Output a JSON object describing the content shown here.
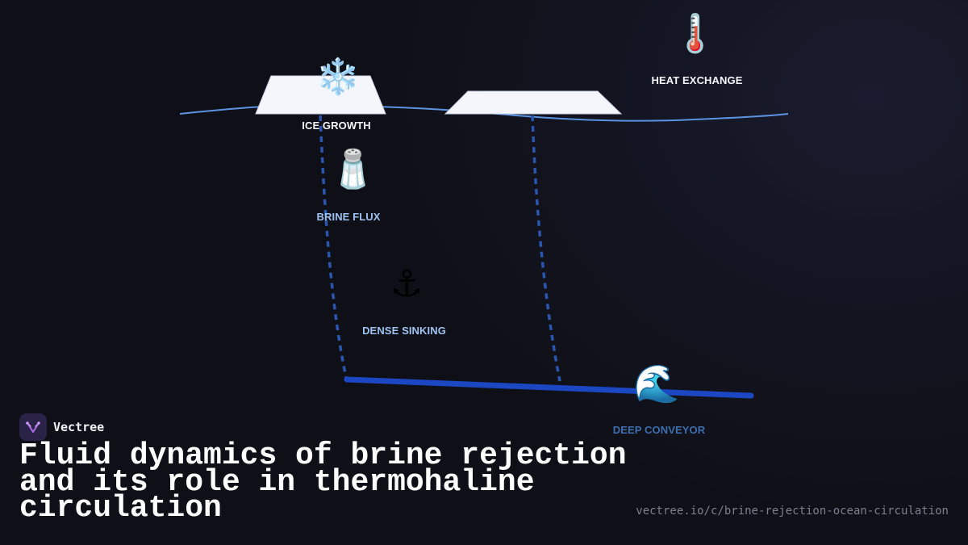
{
  "brand": {
    "name": "Vectree"
  },
  "title": "Fluid dynamics of brine rejection and its role in thermohaline circulation",
  "url": "vectree.io/c/brine-rejection-ocean-circulation",
  "colors": {
    "background": "#0f1017",
    "surface_line": "#5b93e0",
    "ice_fill": "#f4f6fb",
    "dashed_flow": "#2a56b0",
    "deep_current": "#1c47c2",
    "label_white": "#f4f6fb",
    "label_lightblue": "#9ec3f2",
    "label_deepblue": "#3d6fb0",
    "brand_accent": "#a86ee8"
  },
  "diagram": {
    "nodes": [
      {
        "id": "ice-growth",
        "label": "ICE GROWTH",
        "icon": "snowflake-icon",
        "glyph": "❄️"
      },
      {
        "id": "heat-exchange",
        "label": "HEAT EXCHANGE",
        "icon": "thermometer-icon",
        "glyph": "🌡️"
      },
      {
        "id": "brine-flux",
        "label": "BRINE FLUX",
        "icon": "salt-shaker-icon",
        "glyph": "🧂"
      },
      {
        "id": "dense-sinking",
        "label": "DENSE SINKING",
        "icon": "anchor-icon",
        "glyph": "⚓"
      },
      {
        "id": "deep-conveyor",
        "label": "DEEP CONVEYOR",
        "icon": "wave-icon",
        "glyph": "🌊"
      }
    ]
  }
}
